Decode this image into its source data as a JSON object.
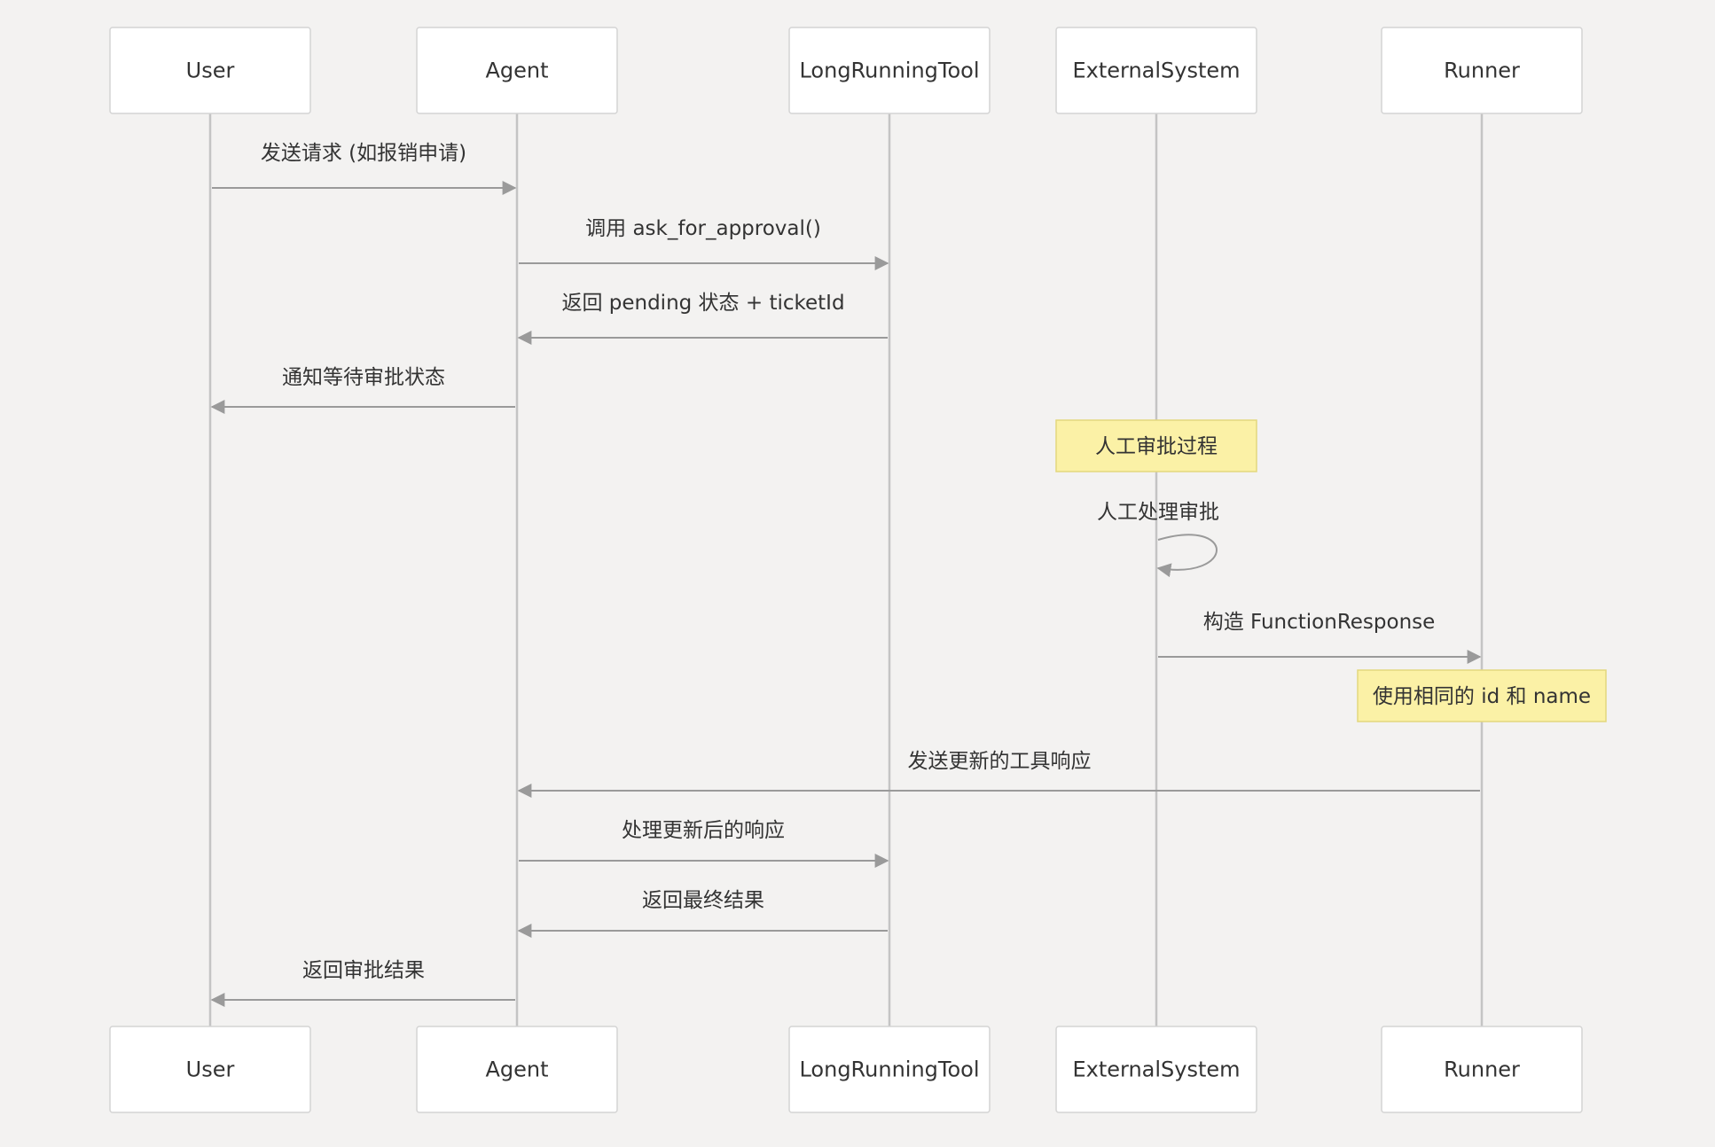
{
  "participants": [
    "User",
    "Agent",
    "LongRunningTool",
    "ExternalSystem",
    "Runner"
  ],
  "messages": [
    {
      "from": 0,
      "to": 1,
      "text": "发送请求 (如报销申请)"
    },
    {
      "from": 1,
      "to": 2,
      "text": "调用 ask_for_approval()"
    },
    {
      "from": 2,
      "to": 1,
      "text": "返回 pending 状态 + ticketId"
    },
    {
      "from": 1,
      "to": 0,
      "text": "通知等待审批状态"
    },
    {
      "note": 3,
      "text": "人工审批过程"
    },
    {
      "from": 3,
      "to": 3,
      "text": "人工处理审批"
    },
    {
      "from": 3,
      "to": 4,
      "text": "构造 FunctionResponse"
    },
    {
      "note": 4,
      "text": "使用相同的 id 和 name"
    },
    {
      "from": 4,
      "to": 1,
      "text": "发送更新的工具响应"
    },
    {
      "from": 1,
      "to": 2,
      "text": "处理更新后的响应"
    },
    {
      "from": 2,
      "to": 1,
      "text": "返回最终结果"
    },
    {
      "from": 1,
      "to": 0,
      "text": "返回审批结果"
    }
  ],
  "colors": {
    "background": "#f3f2f1",
    "actor_fill": "#ffffff",
    "actor_border": "#d4d4d4",
    "lifeline": "#c4c4c4",
    "arrow": "#9a9a9a",
    "note_fill": "#fbf1a6",
    "note_border": "#e3d77e",
    "text": "#333333"
  }
}
